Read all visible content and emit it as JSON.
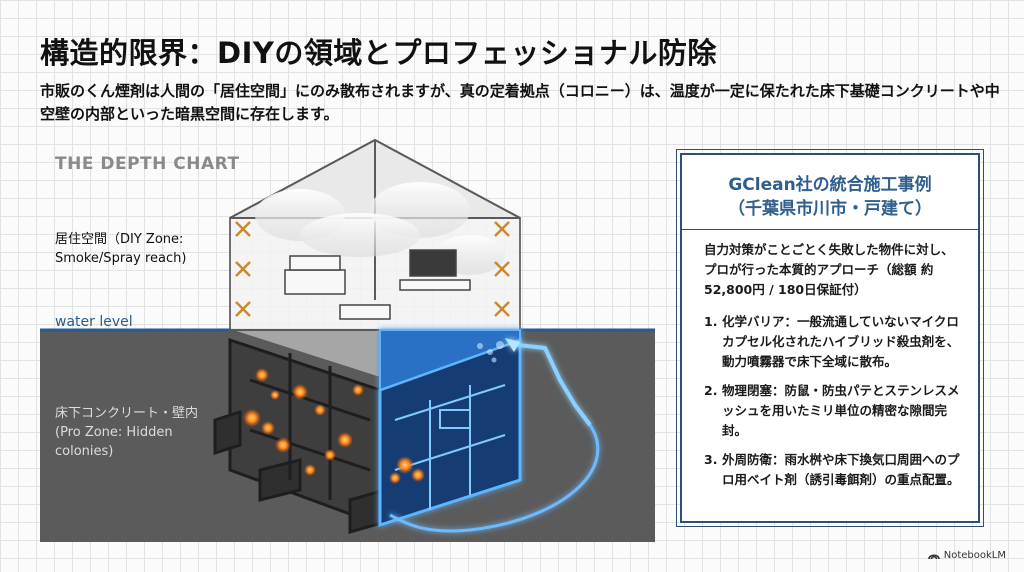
{
  "title": "構造的限界：DIYの領域とプロフェッショナル防除",
  "subtitle": "市販のくん煙剤は人間の「居住空間」にのみ散布されますが、真の定着拠点（コロニー）は、温度が一定に保たれた床下基礎コンクリートや中空壁の内部といった暗黒空間に存在します。",
  "diagram": {
    "heading": "THE DEPTH CHART",
    "zone_diy": [
      "居住空間（DIY Zone:",
      "Smoke/Spray reach)"
    ],
    "water_level": "water level",
    "zone_pro": [
      "床下コンクリート・壁内",
      "(Pro Zone: Hidden",
      "colonies)"
    ]
  },
  "card": {
    "title_line1": "GClean社の統合施工事例",
    "title_line2": "（千葉県市川市・戸建て）",
    "intro": "自力対策がことごとく失敗した物件に対し、プロが行った本質的アプローチ（総額 約52,800円 / 180日保証付）",
    "items": [
      {
        "num": "1.",
        "text": "化学バリア：一般流通していないマイクロカプセル化されたハイブリッド殺虫剤を、動力噴霧器で床下全域に散布。"
      },
      {
        "num": "2.",
        "text": "物理閉塞：防鼠・防虫パテとステンレスメッシュを用いたミリ単位の精密な隙間完封。"
      },
      {
        "num": "3.",
        "text": "外周防衛：雨水桝や床下換気口周囲へのプロ用ベイト剤（誘引毒餌剤）の重点配置。"
      }
    ]
  },
  "brand": "NotebookLM",
  "colors": {
    "accent": "#2f5f8f",
    "underground": "#5a5a5a",
    "glow": "#3a9bff",
    "colony": "#ff8a1e"
  },
  "icons": {
    "brand": "notebooklm-logo-icon",
    "house": "house-cutaway-illustration",
    "colony": "colony-glow-icon",
    "sprayer": "spray-nozzle-icon"
  }
}
